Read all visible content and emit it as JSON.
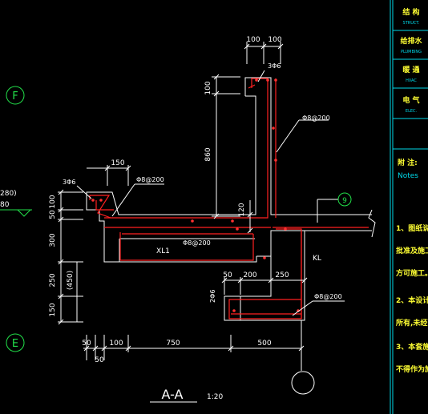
{
  "drawing": {
    "title": "A-A",
    "scale": "1:20",
    "axis_labels": {
      "upper": "F",
      "lower": "E",
      "bubble": "9"
    },
    "left_cut_text": [
      "280)",
      "80"
    ],
    "dims_top": [
      "100",
      "100"
    ],
    "dims_left_vertical": [
      "100",
      "50",
      "300",
      "250",
      "(450)",
      "150"
    ],
    "dim_860": "860",
    "dim_100_upper": "100",
    "dim_150": "150",
    "dim_120": "120",
    "dims_mid": [
      "50",
      "200",
      "250"
    ],
    "dims_bottom": [
      "50",
      "100",
      "750",
      "500"
    ],
    "dim_50_bottom": "50",
    "rebar_labels": {
      "top_tie": "3Φ6",
      "left_tie": "3Φ6",
      "bottom_tie": "2Φ6",
      "wall_bar": "Φ8@200",
      "ledge_bar": "Φ8@200",
      "slab_bar": "Φ8@200",
      "beam_bar": "Φ8@200"
    },
    "member_labels": {
      "xl1": "XL1",
      "kl": "KL"
    }
  },
  "titleblock": {
    "rows": [
      {
        "title": "结  构",
        "sub": "STRUCT."
      },
      {
        "title": "给排水",
        "sub": "PLUMBING"
      },
      {
        "title": "暖  通",
        "sub": "HVAC"
      },
      {
        "title": "电  气",
        "sub": "ELEC."
      }
    ],
    "notes_title": "附  注:",
    "notes_sub": "Notes",
    "notes": [
      "1、图纸说",
      "批准及施工",
      "方可施工。",
      "2、本设计",
      "所有,未经下",
      "3、本套施",
      "不得作为施"
    ]
  }
}
